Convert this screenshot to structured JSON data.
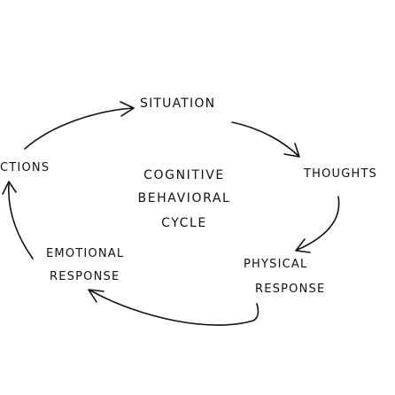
{
  "diagram": {
    "center": {
      "line1": "Cognitive",
      "line2": "Behavioral",
      "line3": "Cycle"
    },
    "nodes": {
      "situation": "Situation",
      "thoughts": "Thoughts",
      "physical_line1": "Physical",
      "physical_line2": "Response",
      "emotional_line1": "Emotional",
      "emotional_line2": "Response",
      "actions": "ctions"
    },
    "edges": [
      {
        "from": "Situation",
        "to": "Thoughts"
      },
      {
        "from": "Thoughts",
        "to": "Physical Response"
      },
      {
        "from": "Physical Response",
        "to": "Emotional Response"
      },
      {
        "from": "Emotional Response",
        "to": "Actions"
      },
      {
        "from": "Actions",
        "to": "Situation"
      }
    ],
    "ink_color": "#111111",
    "background": "#ffffff"
  }
}
